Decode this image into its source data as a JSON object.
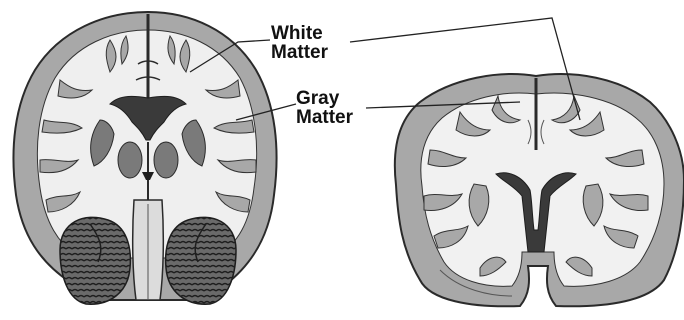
{
  "labels": {
    "white_matter": [
      "White",
      "Matter"
    ],
    "gray_matter": [
      "Gray",
      "Matter"
    ]
  },
  "colors": {
    "gray_matter": "#a8a8a8",
    "white_matter": "#f1f1f1",
    "outline": "#2a2a2a",
    "ventricle": "#3a3a3a",
    "cerebellum": "#555555"
  }
}
